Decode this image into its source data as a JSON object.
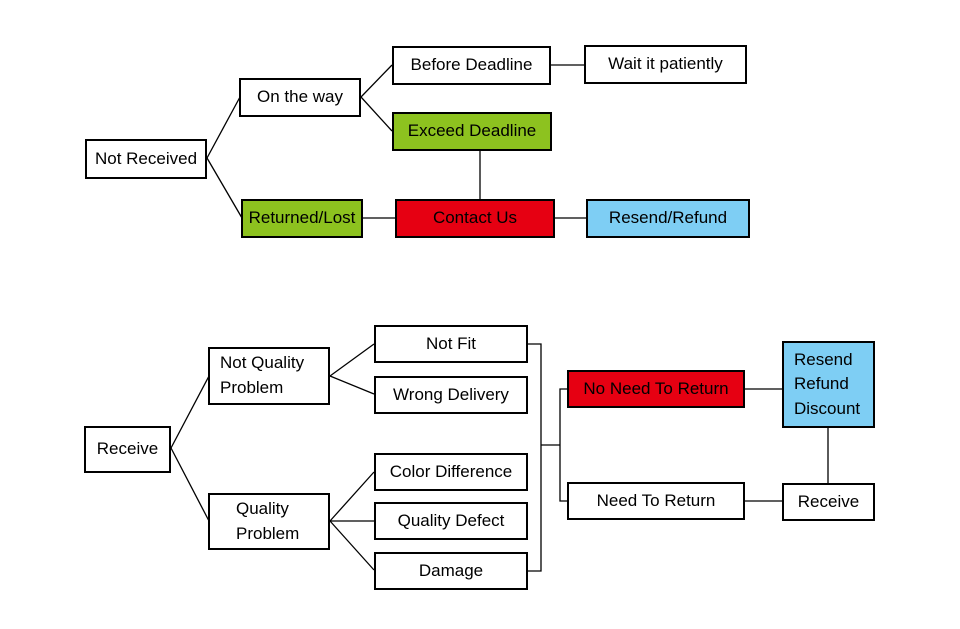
{
  "colors": {
    "green": "#8dc21f",
    "red": "#e60012",
    "blue": "#7ecef4",
    "white": "#ffffff",
    "line": "#000000"
  },
  "top": {
    "not_received": "Not Received",
    "on_the_way": "On the way",
    "before_deadline": "Before Deadline",
    "wait_patiently": "Wait it patiently",
    "exceed_deadline": "Exceed Deadline",
    "returned_lost": "Returned/Lost",
    "contact_us": "Contact Us",
    "resend_refund": "Resend/Refund"
  },
  "bottom": {
    "receive": "Receive",
    "not_quality_problem": "Not Quality\nProblem",
    "quality_problem": "Quality\nProblem",
    "not_fit": "Not Fit",
    "wrong_delivery": "Wrong Delivery",
    "color_difference": "Color Difference",
    "quality_defect": "Quality Defect",
    "damage": "Damage",
    "no_need_to_return": "No Need To Return",
    "need_to_return": "Need To Return",
    "resend_refund_discount": "Resend\nRefund\nDiscount",
    "receive_2": "Receive"
  }
}
